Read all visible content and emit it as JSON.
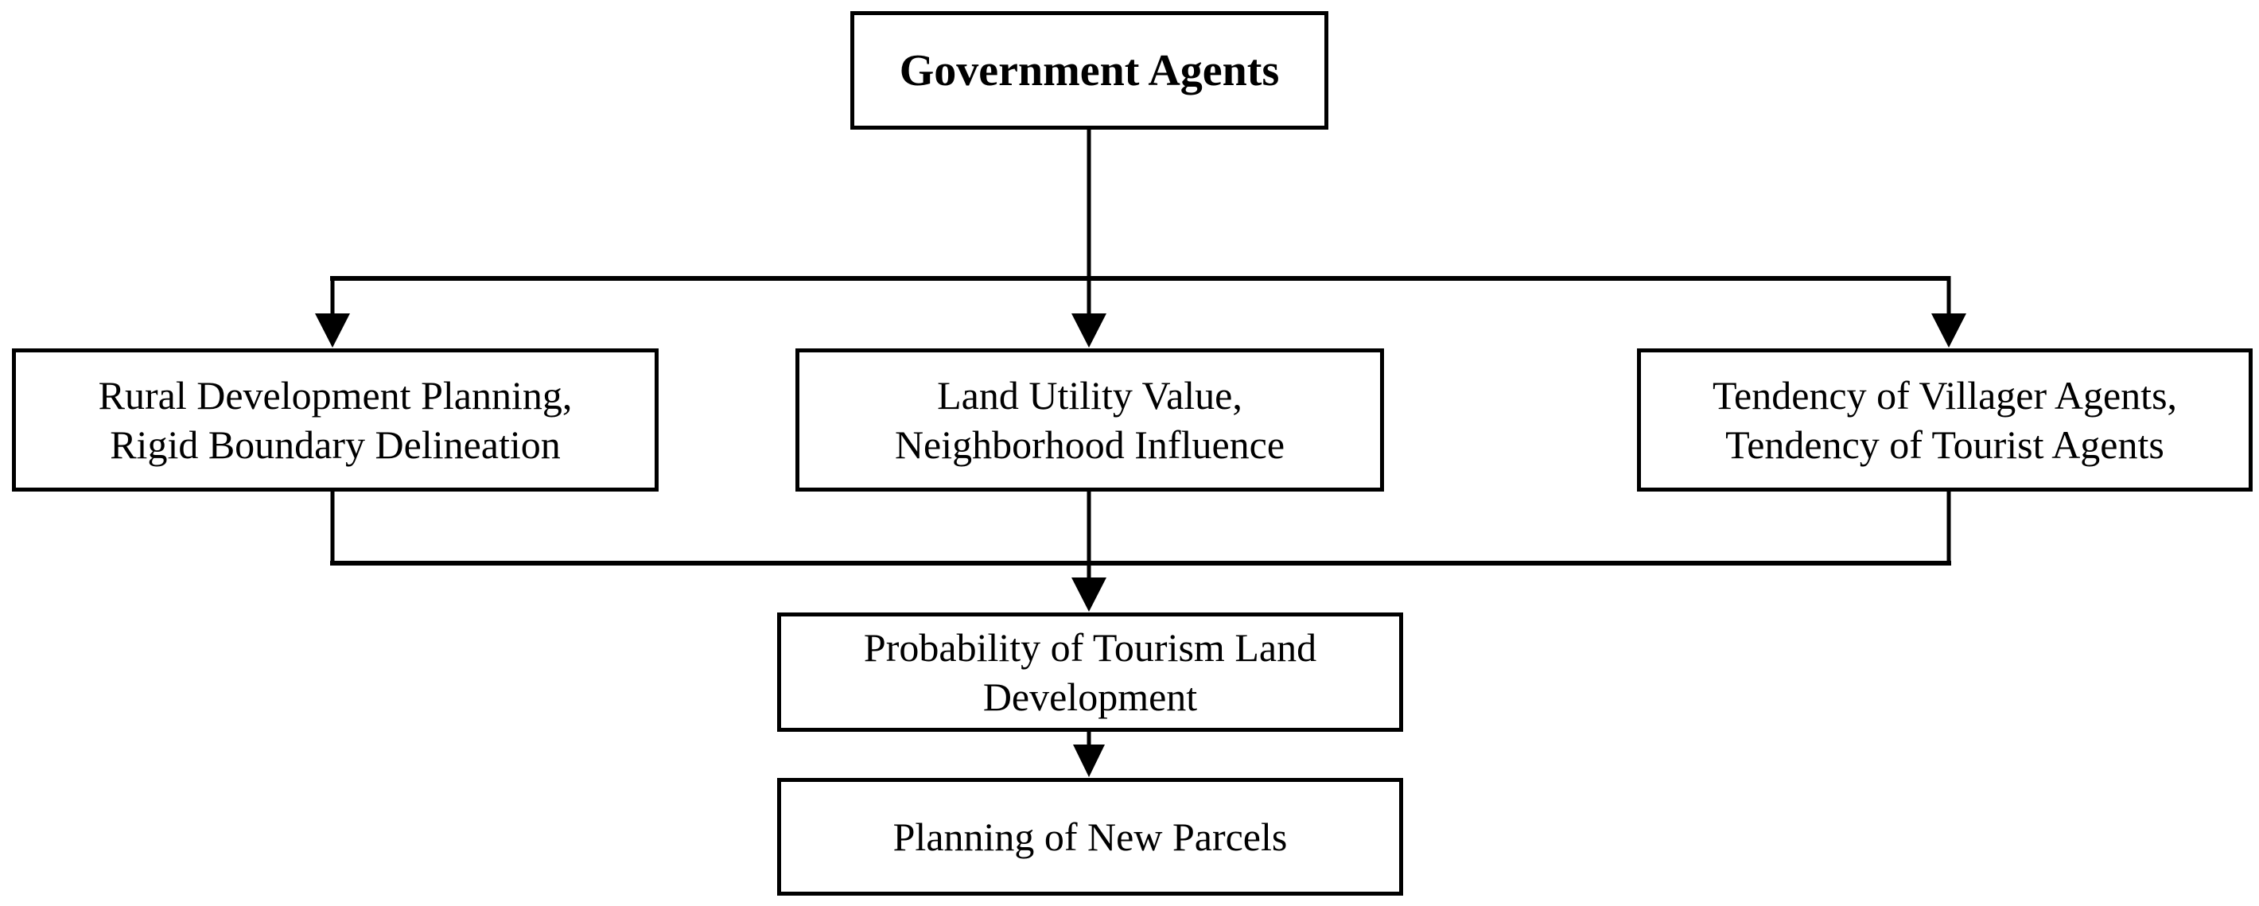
{
  "diagram": {
    "background_color": "#ffffff",
    "line_color": "#000000",
    "box_border_color": "#000000",
    "text_color": "#000000",
    "nodes": {
      "government": {
        "label": "Government Agents"
      },
      "rural": {
        "lines": [
          "Rural Development Planning,",
          "Rigid Boundary Delineation"
        ]
      },
      "land": {
        "lines": [
          "Land Utility Value,",
          "Neighborhood Influence"
        ]
      },
      "tendency": {
        "lines": [
          "Tendency of Villager Agents,",
          "Tendency of Tourist Agents"
        ]
      },
      "probability": {
        "lines": [
          "Probability of Tourism Land",
          "Development"
        ]
      },
      "planning": {
        "label": "Planning of New Parcels"
      }
    },
    "edges": [
      {
        "from": "government",
        "to": "rural"
      },
      {
        "from": "government",
        "to": "land"
      },
      {
        "from": "government",
        "to": "tendency"
      },
      {
        "from": "rural",
        "to": "probability"
      },
      {
        "from": "land",
        "to": "probability"
      },
      {
        "from": "tendency",
        "to": "probability"
      },
      {
        "from": "probability",
        "to": "planning"
      }
    ]
  }
}
